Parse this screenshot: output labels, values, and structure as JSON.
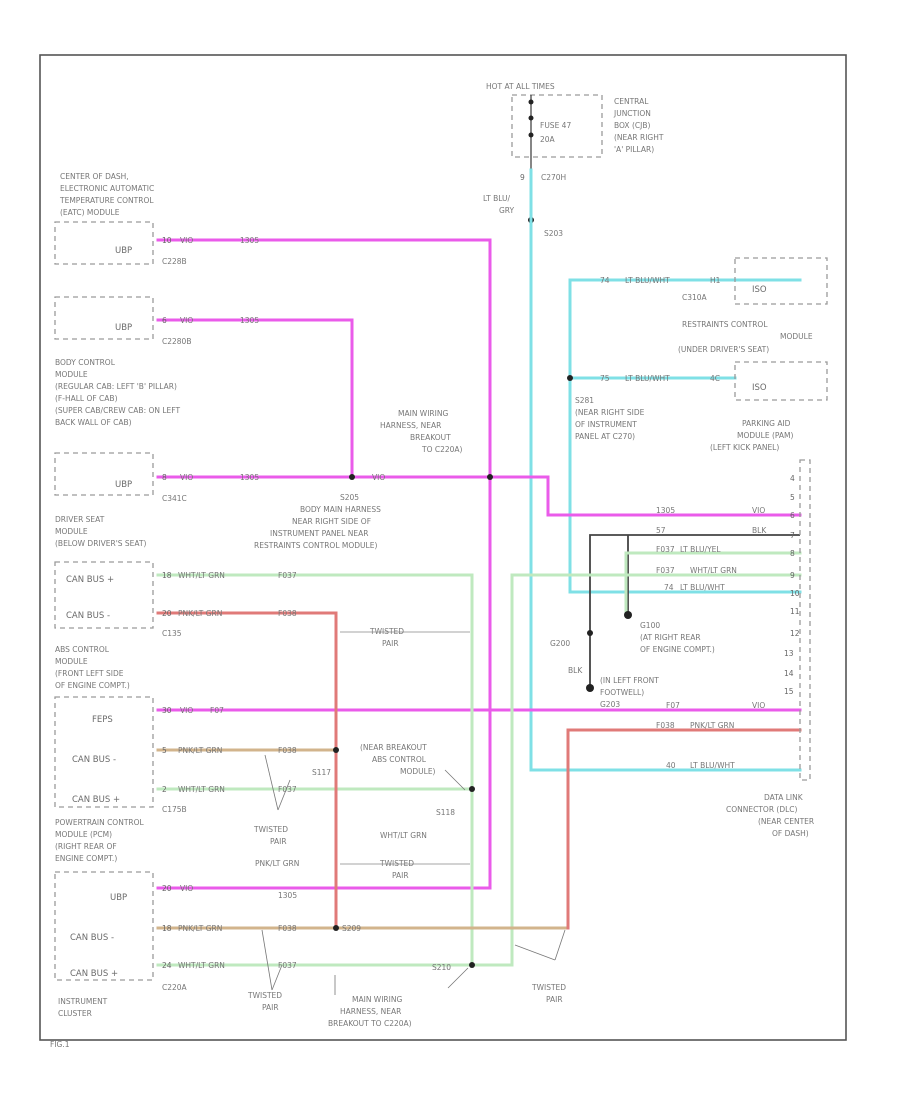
{
  "colors": {
    "pink": "#ea5bea",
    "cyan": "#7fe0e6",
    "green": "#bfe9bf",
    "tan": "#d2b48c",
    "red": "#e07a78",
    "black": "#444444"
  },
  "fuse": {
    "hot_label": "HOT AT ALL TIMES",
    "fuse": "FUSE 47",
    "amps": "20A",
    "cjb": [
      "CENTRAL",
      "JUNCTION",
      "BOX (CJB)",
      "(NEAR RIGHT",
      "'A' PILLAR)"
    ],
    "pin": "9",
    "connector": "C270H",
    "wire": [
      "LT BLU/",
      "GRY"
    ],
    "splice": "S203"
  },
  "modules": {
    "eatc": {
      "name": [
        "CENTER OF DASH,",
        "ELECTRONIC AUTOMATIC",
        "TEMPERATURE CONTROL",
        "(EATC) MODULE"
      ],
      "box": "UBP",
      "pin": "10",
      "wire": "VIO",
      "circuit": "1305",
      "connector": "C228B"
    },
    "bcm": {
      "box": "UBP",
      "pin": "6",
      "wire": "VIO",
      "circuit": "1305",
      "connector": "C2280B",
      "name": [
        "BODY CONTROL",
        "MODULE",
        "(REGULAR CAB: LEFT 'B' PILLAR)",
        "(F-HALL OF CAB)",
        "(SUPER CAB/CREW CAB: ON LEFT",
        "BACK WALL OF CAB)"
      ]
    },
    "dsm": {
      "box": "UBP",
      "pin": "8",
      "wire": "VIO",
      "circuit": "1305",
      "connector": "C341C",
      "name": [
        "DRIVER SEAT",
        "MODULE",
        "(BELOW DRIVER'S SEAT)"
      ]
    },
    "abs": {
      "rows": [
        "CAN BUS +",
        "CAN BUS -"
      ],
      "pins": [
        "18",
        "20"
      ],
      "wires": [
        "WHT/LT GRN",
        "PNK/LT GRN"
      ],
      "circuits": [
        "F037",
        "F038"
      ],
      "connector": "C135",
      "name": [
        "ABS CONTROL",
        "MODULE",
        "(FRONT LEFT SIDE",
        "OF ENGINE COMPT.)"
      ]
    },
    "pcm": {
      "rows": [
        "FEPS",
        "CAN BUS -",
        "CAN BUS +"
      ],
      "pins": [
        "30",
        "5",
        "2"
      ],
      "wires": [
        "VIO",
        "PNK/LT GRN",
        "WHT/LT GRN"
      ],
      "circuits": [
        "F07",
        "F038",
        "F037"
      ],
      "connector": "C175B",
      "name": [
        "POWERTRAIN CONTROL",
        "MODULE (PCM)",
        "(RIGHT REAR OF",
        "ENGINE COMPT.)"
      ]
    },
    "ipc": {
      "rows": [
        "UBP",
        "CAN BUS -",
        "CAN BUS +"
      ],
      "pins": [
        "20",
        "18",
        "24"
      ],
      "wires": [
        "VIO",
        "PNK/LT GRN",
        "WHT/LT GRN"
      ],
      "circuits": [
        "1305",
        "F038",
        "F037"
      ],
      "connector": "C220A",
      "name": [
        "INSTRUMENT",
        "CLUSTER"
      ]
    }
  },
  "rcm": {
    "rows": [
      {
        "pin": "74",
        "wire": "LT BLU/WHT",
        "pin2": "H1",
        "conn": "C310A",
        "box": "ISO"
      },
      {
        "pin": "75",
        "wire": "LT BLU/WHT",
        "pin2": "4C",
        "box": "ISO"
      }
    ],
    "name": [
      "RESTRAINTS CONTROL",
      "MODULE",
      "(UNDER DRIVER'S SEAT)"
    ]
  },
  "parking": {
    "name": [
      "PARKING AID",
      "MODULE (PAM)",
      "(LEFT KICK PANEL)"
    ]
  },
  "dlc": {
    "name": [
      "DATA LINK",
      "CONNECTOR (DLC)",
      "(NEAR CENTER",
      "OF DASH)"
    ],
    "pins": [
      "4",
      "5",
      "6",
      "7",
      "8",
      "9",
      "10",
      "11",
      "12",
      "13",
      "14",
      "15"
    ],
    "rows": [
      {
        "circuit": "1305",
        "wire": "VIO"
      },
      {
        "circuit": "57",
        "wire": "BLK"
      },
      {
        "circuit": "F037",
        "wire": "LT BLU/YEL"
      },
      {
        "circuit": "F037",
        "wire": "WHT/LT GRN"
      },
      {
        "circuit": "74",
        "wire": "LT BLU/WHT"
      },
      {
        "circuit": "F07",
        "wire": "VIO"
      },
      {
        "circuit": "F038",
        "wire": "PNK/LT GRN"
      },
      {
        "circuit": "40",
        "wire": "LT BLU/WHT"
      }
    ]
  },
  "labels": {
    "s206_top": [
      "MAIN WIRING",
      "HARNESS, NEAR",
      "BREAKOUT",
      "TO C220A)"
    ],
    "s205": "S205",
    "s205_note": [
      "BODY MAIN HARNESS",
      "NEAR RIGHT SIDE OF",
      "INSTRUMENT PANEL NEAR",
      "RESTRAINTS CONTROL MODULE)"
    ],
    "s281": "S281",
    "s281_note": [
      "(NEAR RIGHT SIDE",
      "OF INSTRUMENT",
      "PANEL AT C270)"
    ],
    "vio_mid": "VIO",
    "twisted_pair": [
      "TWISTED",
      "PAIR"
    ],
    "g100": "G100",
    "g100_note": [
      "(AT RIGHT REAR",
      "OF ENGINE COMPT.)"
    ],
    "g200": "G200",
    "blk": "BLK",
    "g200_note": [
      "(IN LEFT FRONT",
      "FOOTWELL)"
    ],
    "g203": "G203",
    "s117": "S117",
    "abs_break": [
      "(NEAR BREAKOUT",
      "ABS CONTROL",
      "MODULE)"
    ],
    "s118": "S118",
    "wht_grn": "WHT/LT GRN",
    "pnk_grn": "PNK/LT GRN",
    "s209": "S209",
    "s210": "S210",
    "bottom_note": [
      "MAIN WIRING",
      "HARNESS, NEAR",
      "BREAKOUT TO C220A)"
    ],
    "footer": "FIG.1"
  }
}
